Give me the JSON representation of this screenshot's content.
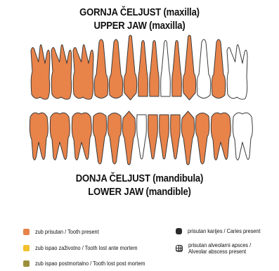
{
  "titles": {
    "upper_local": "GORNJA ČELJUST (maxilla)",
    "upper_en": "UPPER JAW (maxilla)",
    "lower_local": "DONJA ČELJUST (mandibula)",
    "lower_en": "LOWER JAW (mandible)"
  },
  "colors": {
    "present": "#e8834a",
    "lost_ante_mortem": "#f2c12e",
    "lost_post_mortem": "#9c8f3c",
    "caries": "#2b2b2b",
    "outline": "#3a3a3a",
    "absent": "#ffffff"
  },
  "upper_teeth": [
    {
      "type": "molar3",
      "status": "present"
    },
    {
      "type": "molar",
      "status": "present"
    },
    {
      "type": "molar",
      "status": "present"
    },
    {
      "type": "premolar",
      "status": "present"
    },
    {
      "type": "premolar",
      "status": "present"
    },
    {
      "type": "canine",
      "status": "present"
    },
    {
      "type": "incisor",
      "status": "present"
    },
    {
      "type": "incisor",
      "status": "present"
    },
    {
      "type": "incisor",
      "status": "absent"
    },
    {
      "type": "incisor",
      "status": "present"
    },
    {
      "type": "canine",
      "status": "present"
    },
    {
      "type": "premolar",
      "status": "absent"
    },
    {
      "type": "premolar",
      "status": "present"
    },
    {
      "type": "molar",
      "status": "absent"
    }
  ],
  "lower_teeth": [
    {
      "type": "molar3",
      "status": "present"
    },
    {
      "type": "molar",
      "status": "present"
    },
    {
      "type": "molar",
      "status": "present"
    },
    {
      "type": "premolar",
      "status": "present"
    },
    {
      "type": "premolar",
      "status": "present"
    },
    {
      "type": "canine",
      "status": "present"
    },
    {
      "type": "incisor",
      "status": "absent"
    },
    {
      "type": "incisor",
      "status": "present"
    },
    {
      "type": "incisor",
      "status": "present"
    },
    {
      "type": "incisor",
      "status": "present"
    },
    {
      "type": "canine",
      "status": "present"
    },
    {
      "type": "premolar",
      "status": "present"
    },
    {
      "type": "molar",
      "status": "present"
    },
    {
      "type": "molar",
      "status": "absent"
    }
  ],
  "legend": {
    "present": "zub prisutan / Tooth present",
    "lost_am": "zub ispao zaživotno / Tooth lost ante mortem",
    "lost_pm": "zub ispao postmortalno / Tooth lost post mortem",
    "caries": "prisutan karijes / Caries present",
    "abscess_1": "prisutan alveolarni apsces /",
    "abscess_2": "Alveolar abscess present"
  }
}
